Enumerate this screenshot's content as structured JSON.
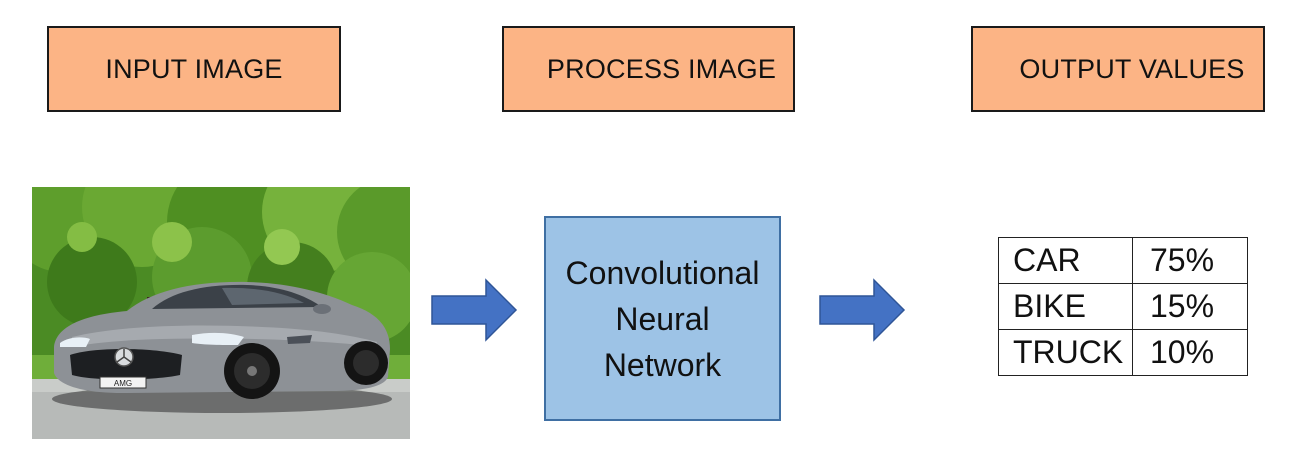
{
  "stages": {
    "input_label": "INPUT IMAGE",
    "process_label": "PROCESS IMAGE",
    "output_label": "OUTPUT VALUES"
  },
  "photo": {
    "icon": "car-photo",
    "badge": "AMG"
  },
  "cnn": {
    "line1": "Convolutional",
    "line2": "Neural",
    "line3": "Network"
  },
  "results": [
    {
      "label": "CAR",
      "value": "75%"
    },
    {
      "label": "BIKE",
      "value": "15%"
    },
    {
      "label": "TRUCK",
      "value": "10%"
    }
  ],
  "colors": {
    "stage_fill": "#fcb485",
    "cnn_fill": "#9dc3e6",
    "arrow_fill": "#4472c4"
  }
}
